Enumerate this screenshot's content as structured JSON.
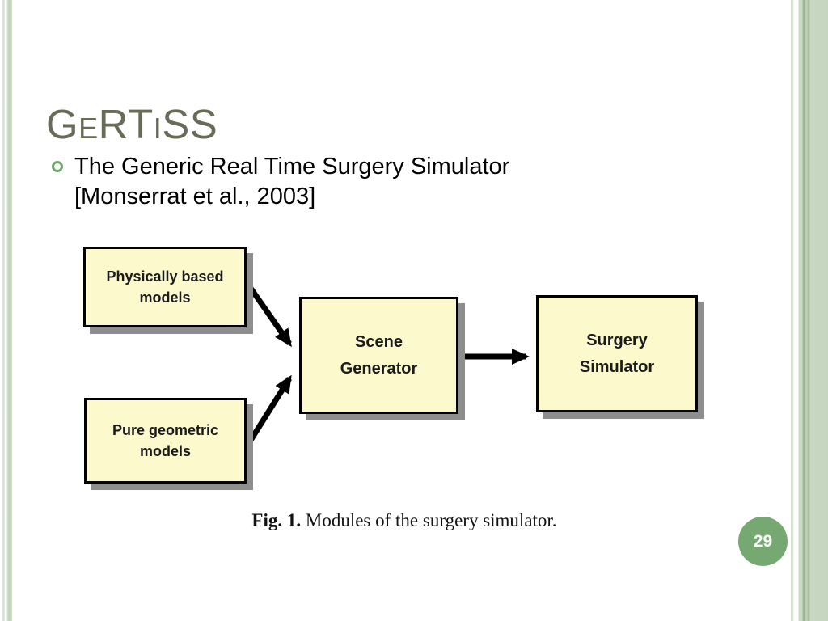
{
  "slide": {
    "title": "GeRTiSS",
    "bullet_lines": [
      "The Generic Real Time Surgery Simulator",
      "[Monserrat et al., 2003]"
    ],
    "page_number": "29"
  },
  "figure": {
    "boxes": {
      "physically_based": {
        "line1": "Physically based",
        "line2": "models"
      },
      "pure_geometric": {
        "line1": "Pure geometric",
        "line2": "models"
      },
      "scene_generator": {
        "line1": "Scene",
        "line2": "Generator"
      },
      "surgery_simulator": {
        "line1": "Surgery",
        "line2": "Simulator"
      }
    },
    "edges": [
      {
        "from": "Physically based models",
        "to": "Scene Generator"
      },
      {
        "from": "Pure geometric models",
        "to": "Scene Generator"
      },
      {
        "from": "Scene Generator",
        "to": "Surgery Simulator"
      }
    ],
    "caption_prefix": "Fig. 1.",
    "caption_text": "Modules of the surgery simulator."
  },
  "theme": {
    "title_color": "#696a58",
    "bullet_ring_color": "#6faa6a",
    "page_badge_color": "#76a872",
    "edge_stripe_color": "#c6d5c0",
    "box_fill": "#fcf9cc",
    "box_border": "#000000",
    "box_shadow": "#8e8e8e",
    "arrow_color": "#000000"
  }
}
